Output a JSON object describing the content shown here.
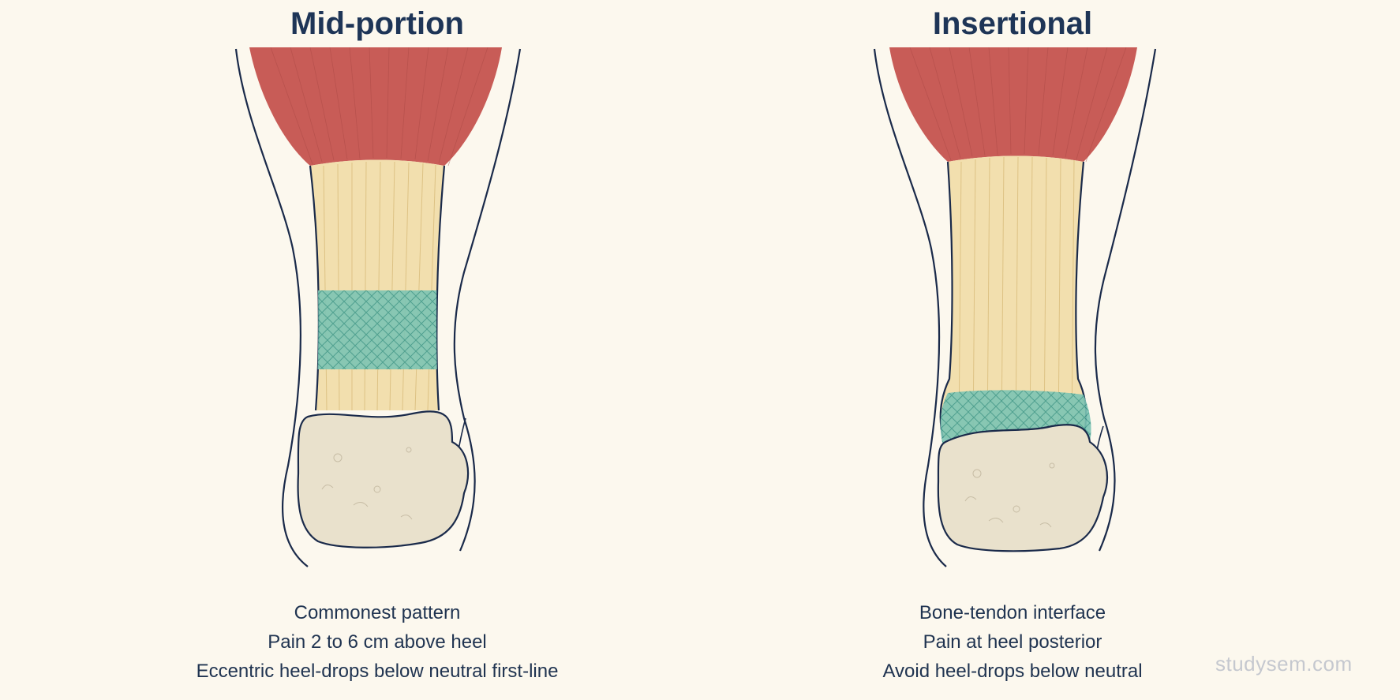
{
  "panels": [
    {
      "title": "Mid-portion",
      "highlight_site": "mid-tendon",
      "captions": [
        "Commonest pattern",
        "Pain 2 to 6 cm above heel",
        "Eccentric heel-drops below neutral first-line"
      ]
    },
    {
      "title": "Insertional",
      "highlight_site": "insertion",
      "captions": [
        "Bone-tendon interface",
        "Pain at heel posterior",
        "Avoid heel-drops below neutral"
      ]
    }
  ],
  "watermark": "studysem.com",
  "colors": {
    "muscle": "#c85c57",
    "tendon": "#f2dfae",
    "bone": "#e9e1cc",
    "highlight": "#7cc4b4",
    "outline": "#1a2a4a",
    "background": "#fcf8ee"
  }
}
